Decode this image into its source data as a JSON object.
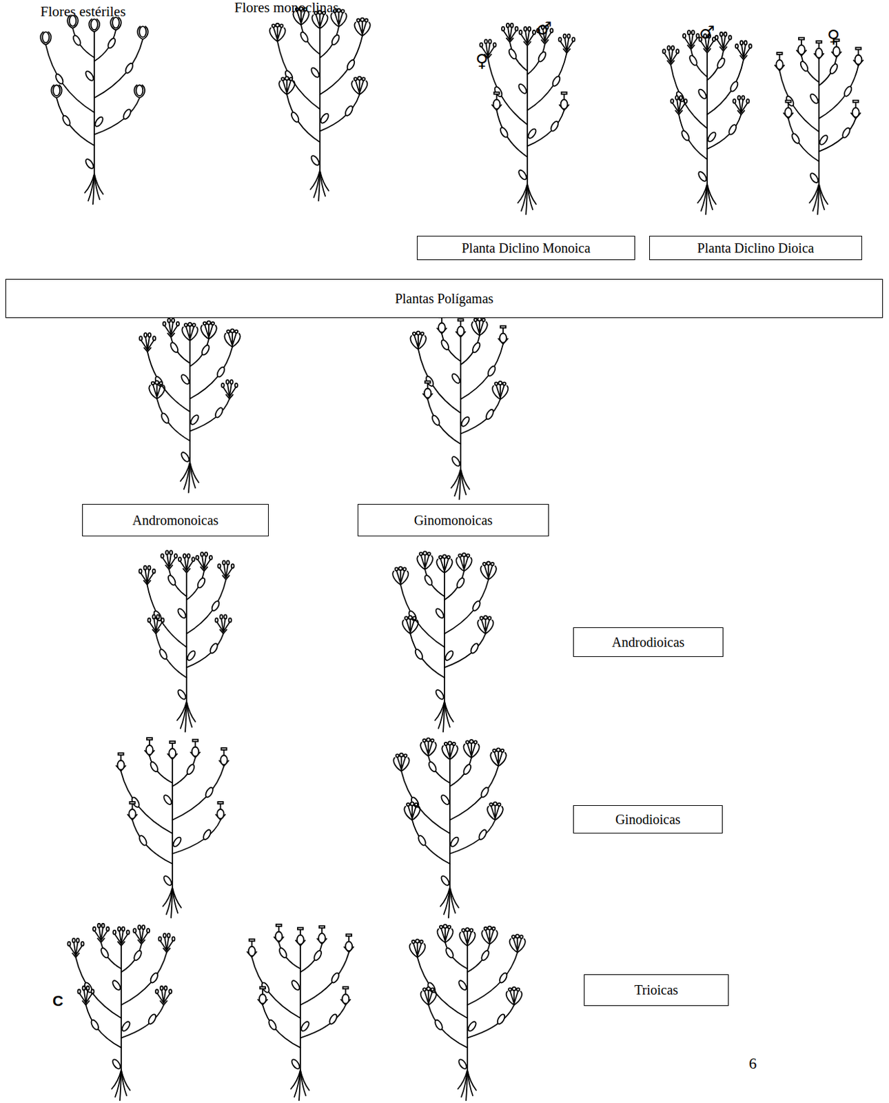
{
  "diagram": {
    "nodes": [
      {
        "text": [
          "Planta Diclino Monoica"
        ]
      },
      {
        "text": [
          "Planta Diclino Dioica"
        ]
      },
      {
        "text": [
          "Plantas Polígamas"
        ]
      },
      {
        "text": [
          "Andromonoicas"
        ]
      },
      {
        "text": [
          "Ginomonoicas"
        ]
      },
      {
        "text": [
          "Androdioicas"
        ]
      },
      {
        "text": [
          "Ginodioicas"
        ]
      },
      {
        "text": [
          "Trioicas"
        ]
      }
    ],
    "labels": [
      "Flores estériles",
      "Flores monoclinas",
      "♀",
      "♂",
      "♂",
      "♀",
      "C",
      "6"
    ]
  }
}
